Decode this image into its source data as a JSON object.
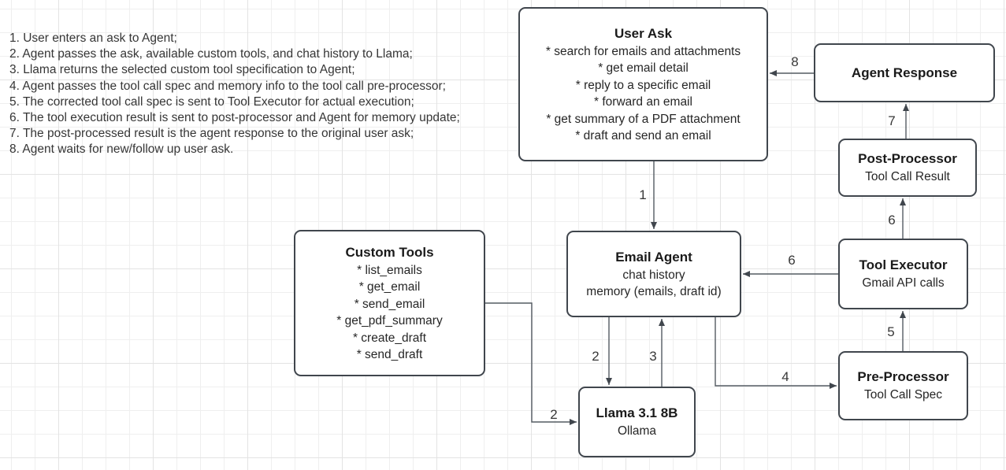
{
  "notes": {
    "lines": [
      "1. User enters an ask to Agent;",
      "2. Agent passes the ask, available custom tools, and chat history to Llama;",
      "3. Llama returns the selected custom tool specification to Agent;",
      "4. Agent passes the tool call spec and memory info to the tool call pre-processor;",
      "5. The corrected tool call spec is sent to Tool Executor for actual execution;",
      "6. The tool execution result is sent to post-processor and Agent for memory update;",
      "7. The post-processed result is the agent response to the original user ask;",
      "8. Agent waits for new/follow up user ask."
    ]
  },
  "nodes": {
    "user_ask": {
      "title": "User Ask",
      "items": [
        "* search for emails and attachments",
        "* get email detail",
        "* reply to a specific email",
        "* forward an email",
        "* get summary of a PDF attachment",
        "* draft and send an email"
      ]
    },
    "agent_response": {
      "title": "Agent Response"
    },
    "post_processor": {
      "title": "Post-Processor",
      "subtitle": "Tool Call Result"
    },
    "tool_executor": {
      "title": "Tool Executor",
      "subtitle": "Gmail API calls"
    },
    "pre_processor": {
      "title": "Pre-Processor",
      "subtitle": "Tool Call Spec"
    },
    "email_agent": {
      "title": "Email Agent",
      "lines": [
        "chat history",
        "memory (emails, draft id)"
      ]
    },
    "custom_tools": {
      "title": "Custom Tools",
      "items": [
        "* list_emails",
        "* get_email",
        "* send_email",
        "* get_pdf_summary",
        "* create_draft",
        "* send_draft"
      ]
    },
    "llama": {
      "title": "Llama 3.1 8B",
      "subtitle": "Ollama"
    }
  },
  "edge_labels": {
    "step1": "1",
    "step2_agent_to_llama": "2",
    "step2_tools_to_llama": "2",
    "step3": "3",
    "step4": "4",
    "step5": "5",
    "step6_up": "6",
    "step6_left": "6",
    "step7": "7",
    "step8": "8"
  },
  "colors": {
    "node_border": "#40464d",
    "edge_stroke": "#545b62",
    "text": "#2e2e2e",
    "grid_minor": "#efefef",
    "grid_major": "#e3e3e3",
    "canvas_bg": "#ffffff"
  }
}
